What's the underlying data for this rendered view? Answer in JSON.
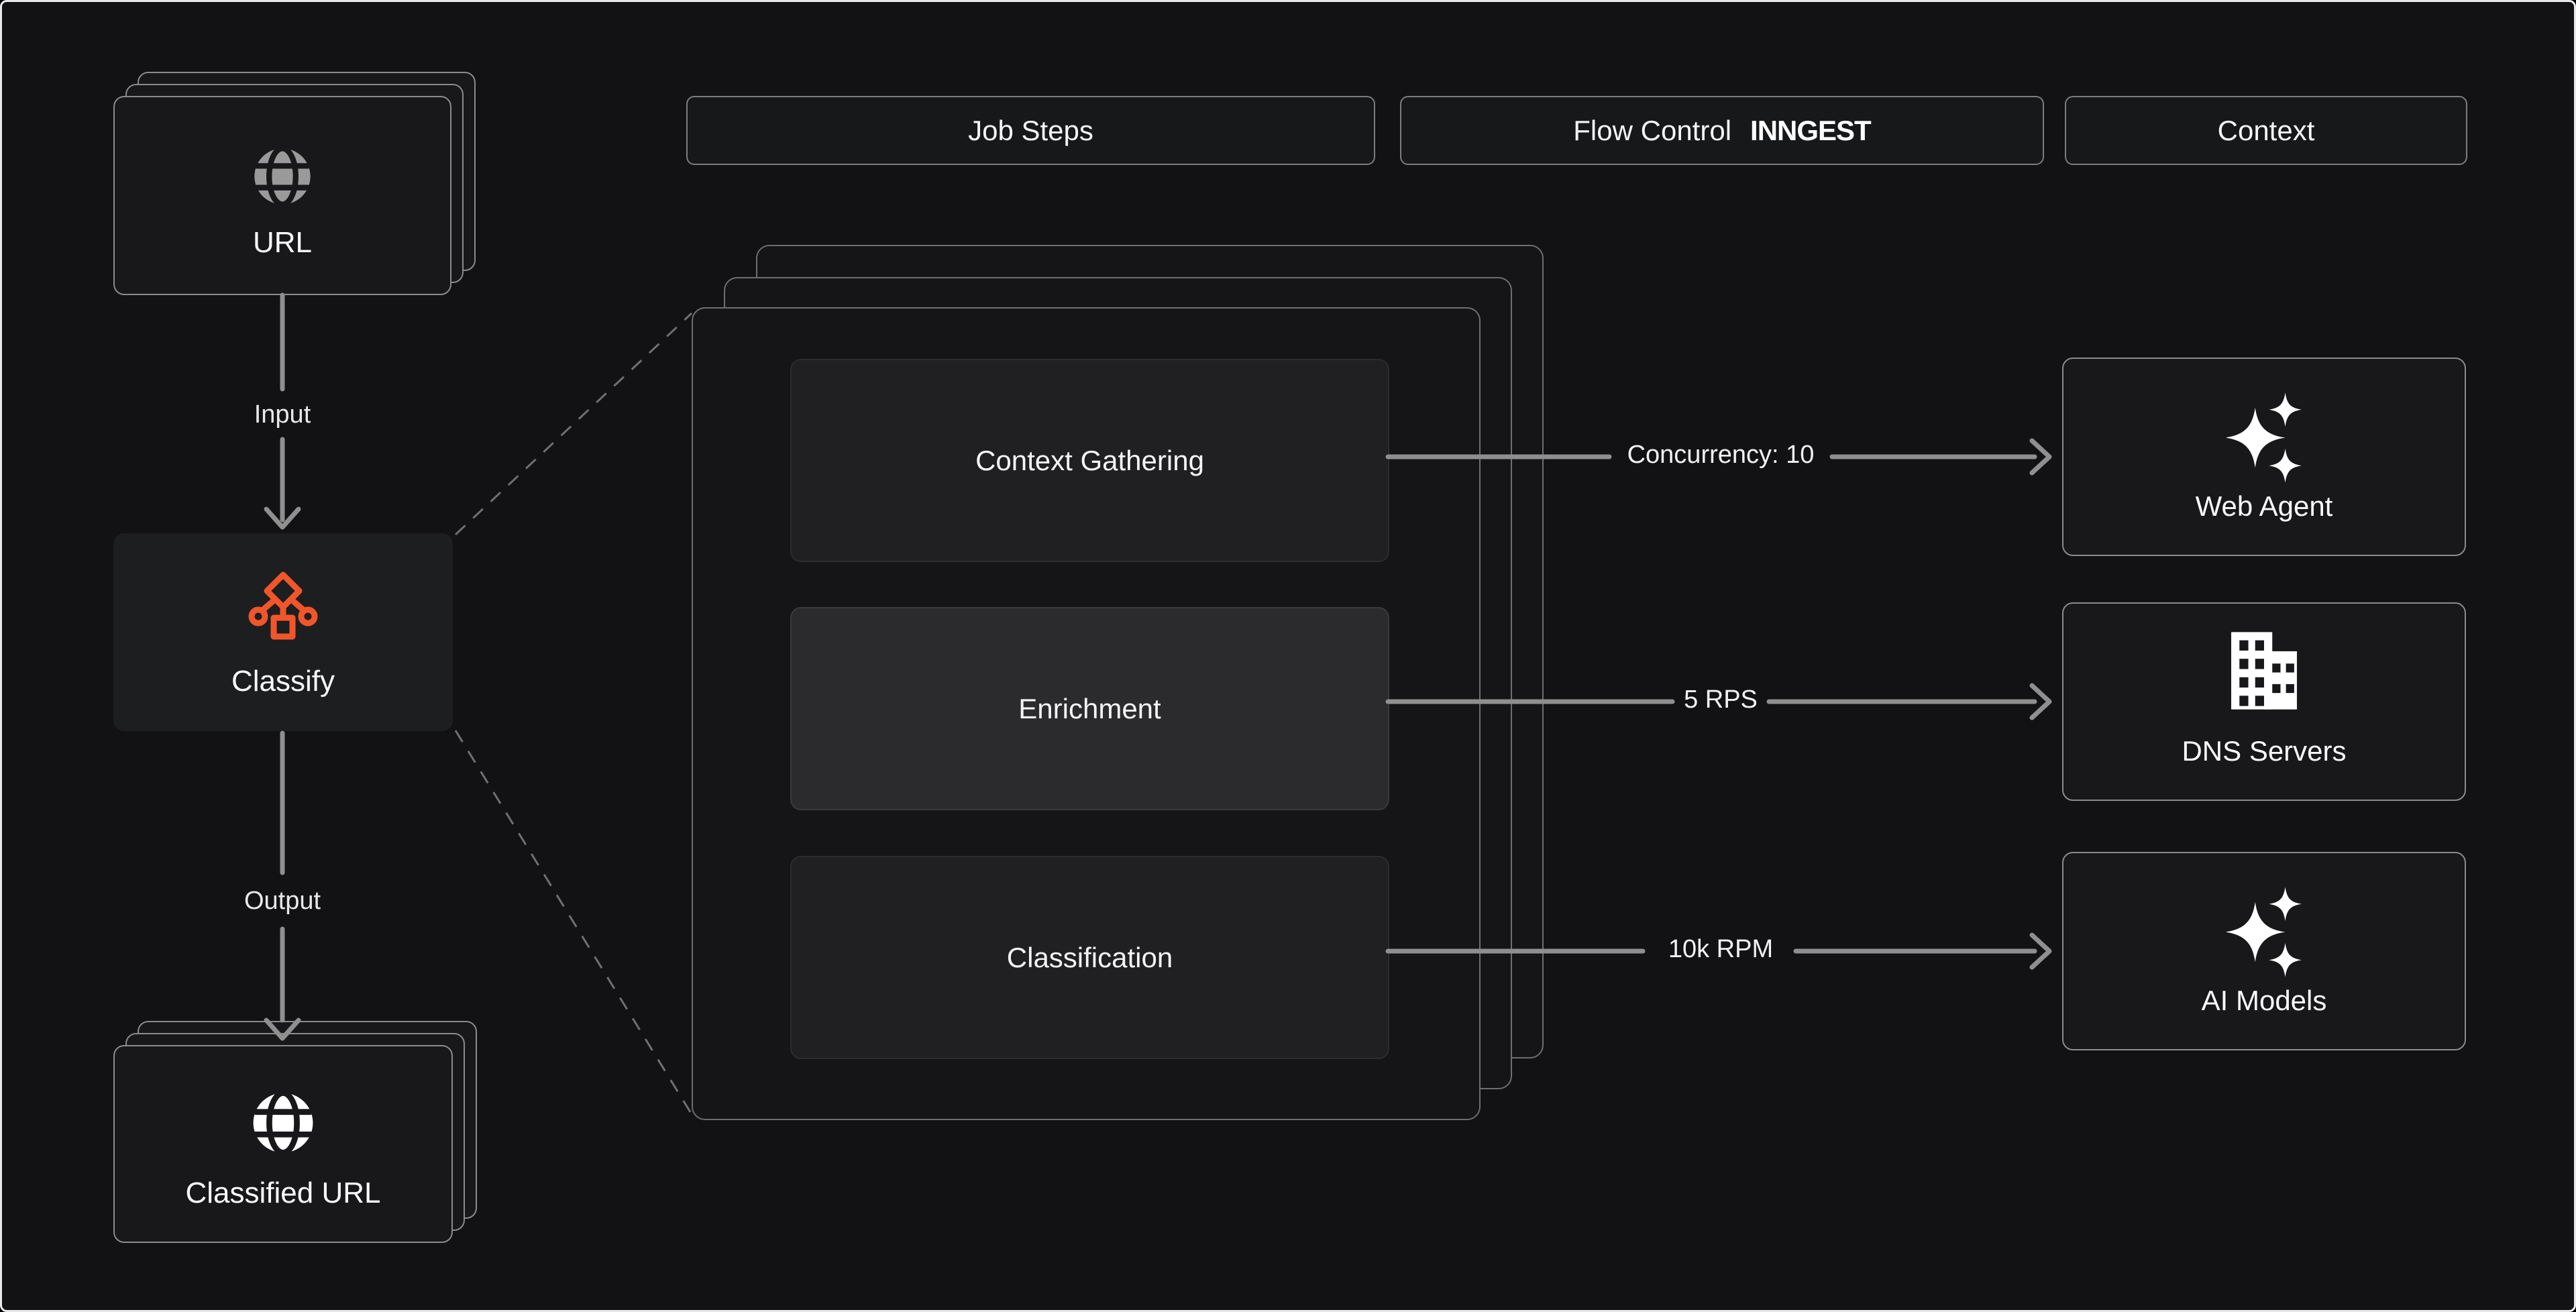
{
  "page": {
    "bg_color": "#121214",
    "accent_orange": "#f0562a",
    "line_gray": "#8f8f8f",
    "card_border_gray": "#8b8b8b"
  },
  "headers": {
    "job_steps": "Job Steps",
    "flow_control": "Flow Control",
    "flow_control_logo": "INNGEST",
    "context": "Context"
  },
  "pipeline": {
    "input_node": {
      "label": "URL",
      "icon": "globe-icon",
      "stacked": true
    },
    "input_arrow_label": "Input",
    "process_node": {
      "label": "Classify",
      "icon": "classify-flowchart-icon",
      "icon_color": "#f0562a"
    },
    "output_arrow_label": "Output",
    "output_node": {
      "label": "Classified URL",
      "icon": "globe-icon",
      "stacked": true
    }
  },
  "job_card": {
    "stacked": true,
    "steps": [
      {
        "label": "Context Gathering",
        "highlighted": false
      },
      {
        "label": "Enrichment",
        "highlighted": true
      },
      {
        "label": "Classification",
        "highlighted": false
      }
    ]
  },
  "flows": [
    {
      "label": "Concurrency: 10",
      "target": "Web Agent",
      "target_icon": "sparkles-icon"
    },
    {
      "label": "5 RPS",
      "target": "DNS Servers",
      "target_icon": "building-icon"
    },
    {
      "label": "10k RPM",
      "target": "AI Models",
      "target_icon": "sparkles-icon"
    }
  ]
}
